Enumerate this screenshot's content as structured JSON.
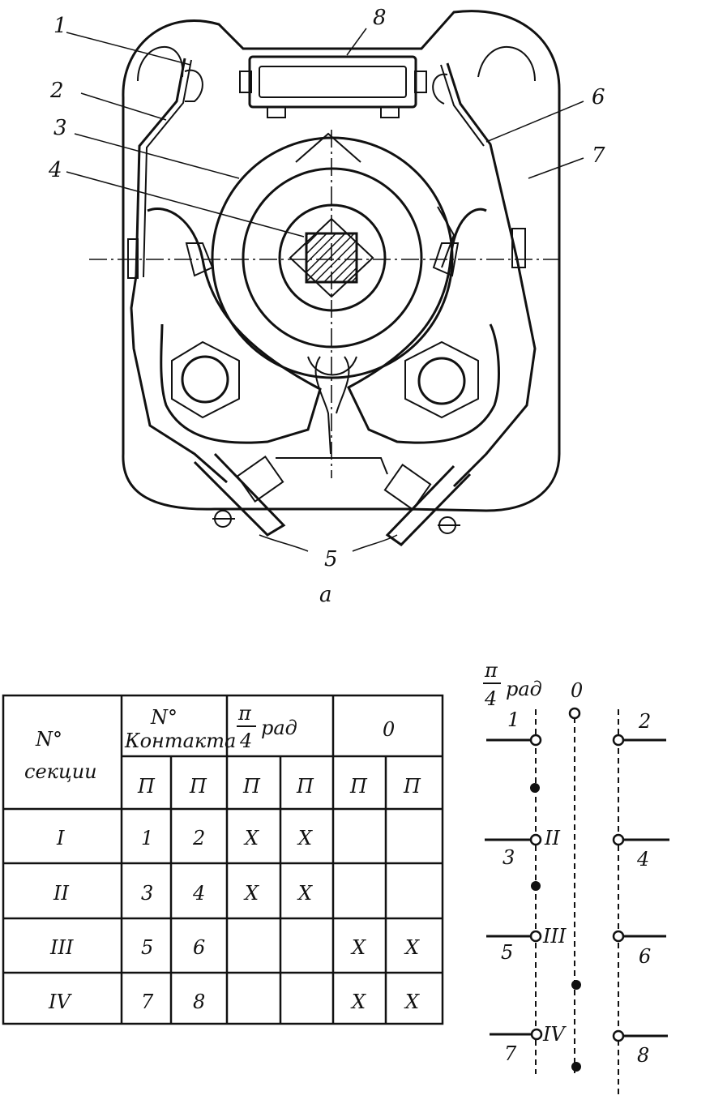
{
  "figure": {
    "subfigure_label": "a",
    "part_labels": [
      "1",
      "2",
      "3",
      "4",
      "5",
      "6",
      "7",
      "8"
    ]
  },
  "table": {
    "header_section": [
      "N°",
      "секции"
    ],
    "header_contact": [
      "N°",
      "Контакта"
    ],
    "header_angle_num": "π",
    "header_angle_den": "4",
    "header_angle_unit": "рад",
    "header_zero": "0",
    "sub_headers": [
      "П",
      "П",
      "П",
      "П",
      "П",
      "П"
    ],
    "rows": [
      {
        "section": "I",
        "c1": "1",
        "c2": "2",
        "a1": "X",
        "a2": "X",
        "z1": "",
        "z2": ""
      },
      {
        "section": "II",
        "c1": "3",
        "c2": "4",
        "a1": "X",
        "a2": "X",
        "z1": "",
        "z2": ""
      },
      {
        "section": "III",
        "c1": "5",
        "c2": "6",
        "a1": "",
        "a2": "",
        "z1": "X",
        "z2": "X"
      },
      {
        "section": "IV",
        "c1": "7",
        "c2": "8",
        "a1": "",
        "a2": "",
        "z1": "X",
        "z2": "X"
      }
    ]
  },
  "switch_diagram": {
    "angle_num": "π",
    "angle_den": "4",
    "angle_unit": "рад",
    "zero_label": "0",
    "left_contacts": [
      "1",
      "3",
      "5",
      "7"
    ],
    "right_contacts": [
      "2",
      "4",
      "6",
      "8"
    ],
    "sections": [
      "II",
      "III",
      "IV"
    ]
  }
}
